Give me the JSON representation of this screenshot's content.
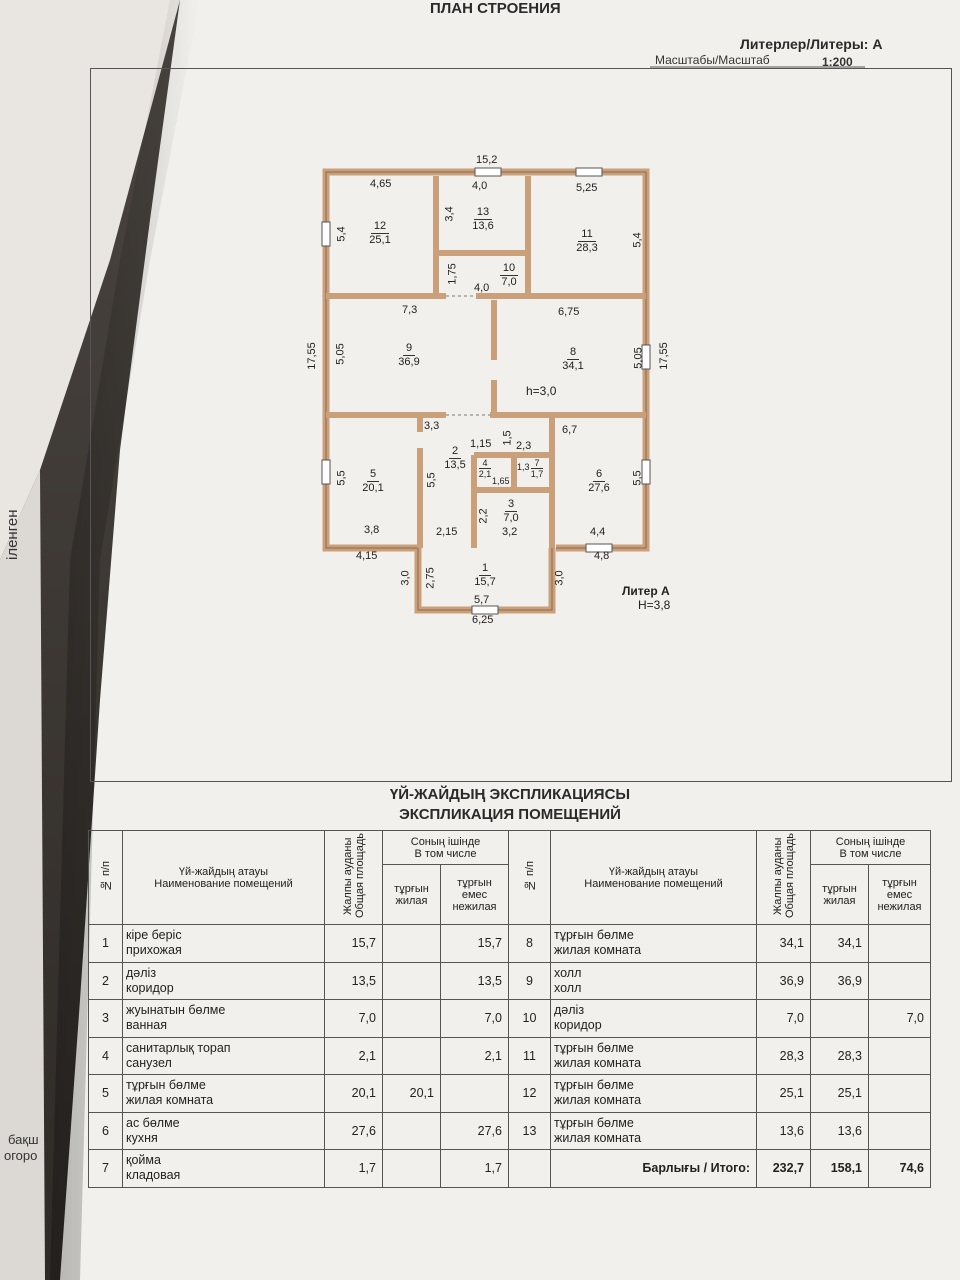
{
  "header": {
    "title": "ПЛАН СТРОЕНИЯ",
    "liter_label": "Литерлер/Литеры: А",
    "scale_label": "Масштабы/Масштаб",
    "scale_value": "1:200"
  },
  "plan": {
    "outer": {
      "top": "15,2",
      "left": "17,55",
      "right": "17,55",
      "bottom_left": "4,15",
      "bottom_right": "4,8",
      "bottom_porch": "6,25",
      "porch_left": "3,0",
      "porch_right": "3,0"
    },
    "rooms": [
      {
        "n": "12",
        "area": "25,1"
      },
      {
        "n": "13",
        "area": "13,6"
      },
      {
        "n": "11",
        "area": "28,3"
      },
      {
        "n": "10",
        "area": "7,0"
      },
      {
        "n": "9",
        "area": "36,9"
      },
      {
        "n": "8",
        "area": "34,1"
      },
      {
        "n": "5",
        "area": "20,1"
      },
      {
        "n": "2",
        "area": "13,5"
      },
      {
        "n": "4",
        "area": "2,1"
      },
      {
        "n": "7",
        "area": "1,7"
      },
      {
        "n": "6",
        "area": "27,6"
      },
      {
        "n": "3",
        "area": "7,0"
      },
      {
        "n": "1",
        "area": "15,7"
      }
    ],
    "inner_dims": {
      "r12_w": "4,65",
      "r12_h": "5,4",
      "r13_w": "4,0",
      "r13_h": "3,4",
      "r11_w": "5,25",
      "r11_h": "5,4",
      "r10_h": "1,75",
      "r10_w": "4,0",
      "r9_w": "7,3",
      "r9_h": "5,05",
      "r8_w": "6,75",
      "r8_h": "5,05",
      "r8_height": "h=3,0",
      "r2_w": "3,3",
      "r2_h": "5,5",
      "r4_w": "1,15",
      "r4_h": "1,5",
      "r4_w2": "1,65",
      "r7_w": "2,3",
      "r7_h": "1,3",
      "r6_w": "6,7",
      "r6_h": "5,5",
      "r6_bw": "4,4",
      "r5_w": "3,8",
      "r5_h": "5,5",
      "r3_h": "2,2",
      "r3_w": "3,2",
      "r2_bw": "2,15",
      "r1_h": "2,75",
      "r1_w": "5,7"
    },
    "liter_note": "Литер А",
    "liter_height": "Н=3,8"
  },
  "explication": {
    "title_kz": "ҮЙ-ЖАЙДЫҢ ЭКСПЛИКАЦИЯСЫ",
    "title_ru": "ЭКСПЛИКАЦИЯ ПОМЕЩЕНИЙ",
    "headers": {
      "num": "№ п/п",
      "name_kz": "Үй-жайдың атауы",
      "name_ru": "Наименование помещений",
      "area_kz": "Жалпы ауданы",
      "area_ru": "Общая площадь",
      "incl_kz": "Соның ішінде",
      "incl_ru": "В том числе",
      "living_kz": "тұрғын",
      "living_ru": "жилая",
      "nonliving_kz": "тұрғын емес",
      "nonliving_ru": "нежилая"
    },
    "left_rows": [
      {
        "n": "1",
        "kz": "кіре беріс",
        "ru": "прихожая",
        "total": "15,7",
        "living": "",
        "nonliving": "15,7"
      },
      {
        "n": "2",
        "kz": "дәліз",
        "ru": "коридор",
        "total": "13,5",
        "living": "",
        "nonliving": "13,5"
      },
      {
        "n": "3",
        "kz": "жуынатын бөлме",
        "ru": "ванная",
        "total": "7,0",
        "living": "",
        "nonliving": "7,0"
      },
      {
        "n": "4",
        "kz": "санитарлық торап",
        "ru": "санузел",
        "total": "2,1",
        "living": "",
        "nonliving": "2,1"
      },
      {
        "n": "5",
        "kz": "тұрғын бөлме",
        "ru": "жилая комната",
        "total": "20,1",
        "living": "20,1",
        "nonliving": ""
      },
      {
        "n": "6",
        "kz": "ас бөлме",
        "ru": "кухня",
        "total": "27,6",
        "living": "",
        "nonliving": "27,6"
      },
      {
        "n": "7",
        "kz": "қойма",
        "ru": "кладовая",
        "total": "1,7",
        "living": "",
        "nonliving": "1,7"
      }
    ],
    "right_rows": [
      {
        "n": "8",
        "kz": "тұрғын бөлме",
        "ru": "жилая комната",
        "total": "34,1",
        "living": "34,1",
        "nonliving": ""
      },
      {
        "n": "9",
        "kz": "холл",
        "ru": "холл",
        "total": "36,9",
        "living": "36,9",
        "nonliving": ""
      },
      {
        "n": "10",
        "kz": "дәліз",
        "ru": "коридор",
        "total": "7,0",
        "living": "",
        "nonliving": "7,0"
      },
      {
        "n": "11",
        "kz": "тұрғын бөлме",
        "ru": "жилая комната",
        "total": "28,3",
        "living": "28,3",
        "nonliving": ""
      },
      {
        "n": "12",
        "kz": "тұрғын бөлме",
        "ru": "жилая комната",
        "total": "25,1",
        "living": "25,1",
        "nonliving": ""
      },
      {
        "n": "13",
        "kz": "тұрғын бөлме",
        "ru": "жилая комната",
        "total": "13,6",
        "living": "13,6",
        "nonliving": ""
      }
    ],
    "totals": {
      "label": "Барлығы / Итого:",
      "total": "232,7",
      "living": "158,1",
      "nonliving": "74,6"
    }
  },
  "side_fragments": {
    "vertical": "іленген",
    "line1": "бақш",
    "line2": "огоро"
  }
}
